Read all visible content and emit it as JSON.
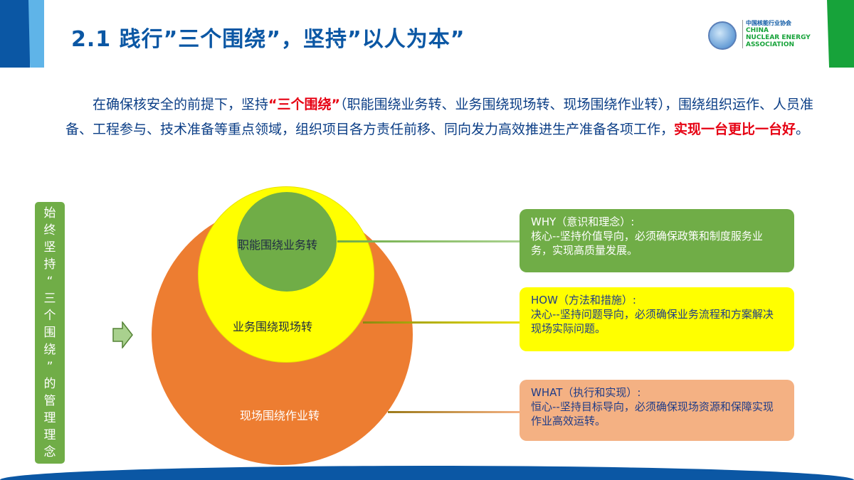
{
  "title": "2.1 践行”三个围绕”，坚持”以人为本”",
  "logo": {
    "cn": "中国核能行业协会",
    "en1": "CHINA",
    "en2": "NUCLEAR ENERGY",
    "en3": "ASSOCIATION"
  },
  "paragraph": {
    "p1": "在确保核安全的前提下，坚持",
    "highlight1": "“三个围绕”",
    "p2": "（职能围绕业务转、业务围绕现场转、现场围绕作业转），围绕组织运作、人员准备、工程参与、技术准备等重点领域，组织项目各方责任前移、同向发力高效推进生产准备各项工作，",
    "highlight2": "实现一台更比一台好",
    "p3": "。"
  },
  "side_label": [
    "始",
    "终",
    "坚",
    "持",
    "“",
    "三",
    "个",
    "围",
    "绕",
    "”",
    "的",
    "管",
    "理",
    "理",
    "念"
  ],
  "circles": {
    "inner": "职能围绕业务转",
    "middle": "业务围绕现场转",
    "outer": "现场围绕作业转"
  },
  "boxes": [
    {
      "head": "WHY（意识和理念）:",
      "body": "核心--坚持价值导向，必须确保政策和制度服务业务，实现高质量发展。"
    },
    {
      "head": "HOW（方法和措施）:",
      "body": "决心--坚持问题导向，必须确保业务流程和方案解决现场实际问题。"
    },
    {
      "head": "WHAT（执行和实现）:",
      "body": "恒心--坚持目标导向，必须确保现场资源和保障实现作业高效运转。"
    }
  ]
}
